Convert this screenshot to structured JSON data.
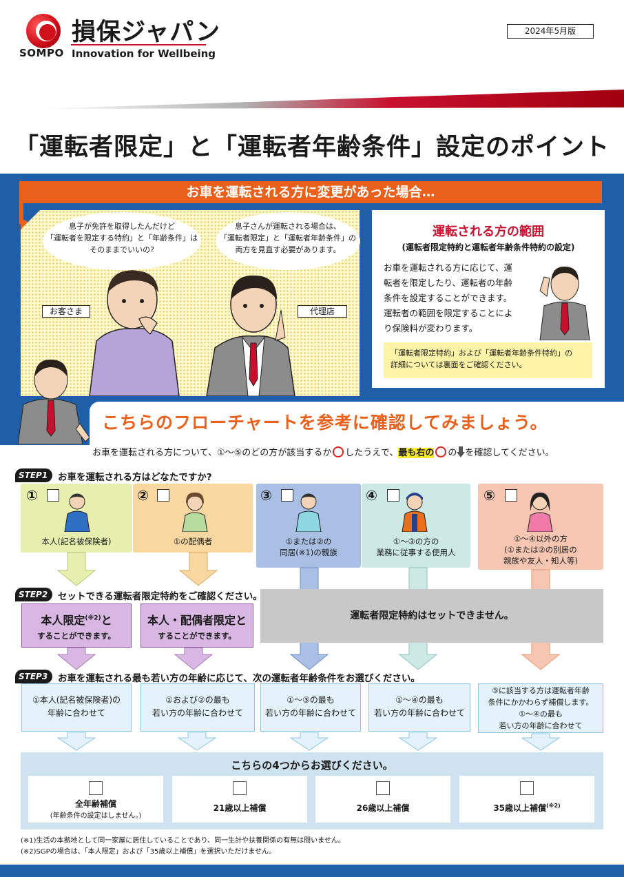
{
  "header": {
    "brand_jp": "損保ジャパン",
    "brand_en": "SOMPO",
    "tagline": "Innovation for Wellbeing",
    "edition": "2024年5月版"
  },
  "title": "「運転者限定」と「運転者年齢条件」設定のポイント",
  "banner": "お車を運転される方に変更があった場合…",
  "scene": {
    "bubble_customer": [
      "息子が免許を取得したんだけど",
      "「運転者を限定する特約」と「年齢条件」は",
      "そのままでいいの?"
    ],
    "bubble_agent": [
      "息子さんが運転される場合は、",
      "「運転者限定」と「運転者年齢条件」の",
      "両方を見直す必要があります。"
    ],
    "label_customer": "お客さま",
    "label_agent": "代理店"
  },
  "range": {
    "title": "運転される方の範囲",
    "subtitle": "(運転者限定特約と運転者年齢条件特約の設定)",
    "body": [
      "お車を運転される方に応じて、運",
      "転者を限定したり、運転者の年齢",
      "条件を設定することができます。",
      "運転者の範囲を限定することによ",
      "り保険料が変わります。"
    ],
    "note": [
      "「運転者限定特約」および「運転者年齢条件特約」の",
      "詳細については裏面をご確認ください。"
    ]
  },
  "flow": {
    "title": "こちらのフローチャートを参考に確認してみましょう。",
    "instr_1": "お車を運転される方について、①〜⑤のどの方が該当するか",
    "instr_2": "したうえで、",
    "instr_hl": "最も右の",
    "instr_3": "の",
    "instr_4": "を確認してください。"
  },
  "step1": {
    "badge": "STEP1",
    "text": "お車を運転される方はどなたですか?",
    "cards": [
      {
        "num": "①",
        "label": [
          "本人(記名被保険者)"
        ],
        "color": "#e6efae"
      },
      {
        "num": "②",
        "label": [
          "①の配偶者"
        ],
        "color": "#f9d7a1"
      },
      {
        "num": "③",
        "label": [
          "①または②の",
          "同居(※1)の親族"
        ],
        "color": "#a9bfe4"
      },
      {
        "num": "④",
        "label": [
          "①〜③の方の",
          "業務に従事する使用人"
        ],
        "color": "#cde9e5"
      },
      {
        "num": "⑤",
        "label": [
          "①〜④以外の方",
          "(①または②の別居の",
          "親族や友人・知人等)"
        ],
        "color": "#f6c6b2"
      }
    ]
  },
  "step2": {
    "badge": "STEP2",
    "text": "セットできる運転者限定特約をご確認ください。",
    "box1_main": "本人限定",
    "box1_sup": "(※2)",
    "box1_tail": "と",
    "box1_sub": "することができます。",
    "box2_main": "本人・配偶者限定と",
    "box2_sub": "することができます。",
    "box3": "運転者限定特約はセットできません。"
  },
  "step3": {
    "badge": "STEP3",
    "text": "お車を運転される最も若い方の年齢に応じて、次の運転者年齢条件をお選びください。",
    "boxes": [
      [
        "①本人(記名被保険者)の",
        "年齢に合わせて"
      ],
      [
        "①および②の最も",
        "若い方の年齢に合わせて"
      ],
      [
        "①〜③の最も",
        "若い方の年齢に合わせて"
      ],
      [
        "①〜④の最も",
        "若い方の年齢に合わせて"
      ],
      [
        "⑤に該当する方は運転者年齢",
        "条件にかかわらず補償します。",
        "①〜④の最も",
        "若い方の年齢に合わせて"
      ]
    ]
  },
  "final": {
    "title": "こちらの4つからお選びください。",
    "options": [
      {
        "label": "全年齢補償",
        "sub": "(年齢条件の設定はしません。)"
      },
      {
        "label": "21歳以上補償",
        "sub": ""
      },
      {
        "label": "26歳以上補償",
        "sub": ""
      },
      {
        "label": "35歳以上補償",
        "sub": "(※2)"
      }
    ]
  },
  "footnotes": [
    "(※1)生活の本拠地として同一家屋に居住していることであり、同一生計や扶養関係の有無は問いません。",
    "(※2)SGPの場合は、「本人限定」および「35歳以上補償」を選択いただけません。"
  ],
  "colors": {
    "brand_red": "#c8102e",
    "blue": "#1f5fa8",
    "orange": "#e8601c",
    "purple": "#d8b7e2"
  }
}
